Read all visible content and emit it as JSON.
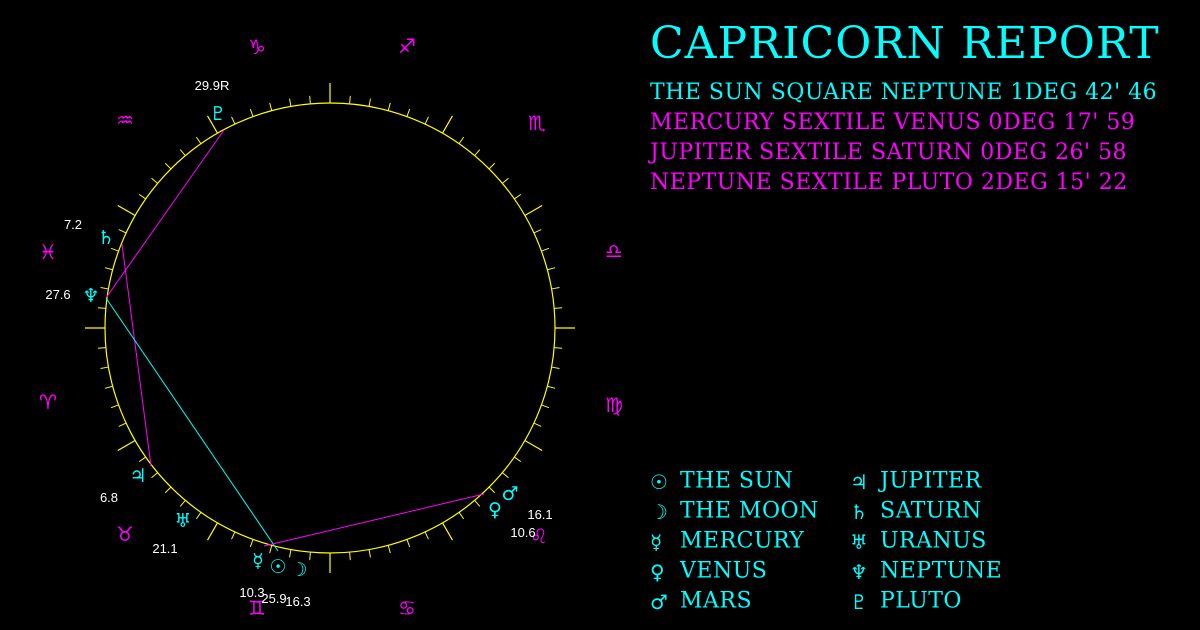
{
  "title": "CAPRICORN REPORT",
  "aspects": [
    "THE SUN SQUARE NEPTUNE 1DEG 42' 46",
    "MERCURY SEXTILE VENUS 0DEG 17' 59",
    "JUPITER SEXTILE SATURN 0DEG 26' 58",
    "NEPTUNE SEXTILE PLUTO 2DEG 15' 22"
  ],
  "legend_left": [
    {
      "icon": "☉",
      "name": "sun-icon",
      "label": "THE SUN"
    },
    {
      "icon": "☽",
      "name": "moon-icon",
      "label": "THE MOON"
    },
    {
      "icon": "☿",
      "name": "mercury-icon",
      "label": "MERCURY"
    },
    {
      "icon": "♀",
      "name": "venus-icon",
      "label": "VENUS"
    },
    {
      "icon": "♂",
      "name": "mars-icon",
      "label": "MARS"
    }
  ],
  "legend_right": [
    {
      "icon": "♃",
      "name": "jupiter-icon",
      "label": "JUPITER"
    },
    {
      "icon": "♄",
      "name": "saturn-icon",
      "label": "SATURN"
    },
    {
      "icon": "♅",
      "name": "uranus-icon",
      "label": "URANUS"
    },
    {
      "icon": "♆",
      "name": "neptune-icon",
      "label": "NEPTUNE"
    },
    {
      "icon": "♇",
      "name": "pluto-icon",
      "label": "PLUTO"
    }
  ],
  "zodiac": [
    {
      "sign": "capricorn",
      "glyph": "♑"
    },
    {
      "sign": "sagittarius",
      "glyph": "♐"
    },
    {
      "sign": "scorpio",
      "glyph": "♏"
    },
    {
      "sign": "libra",
      "glyph": "♎"
    },
    {
      "sign": "virgo",
      "glyph": "♍"
    },
    {
      "sign": "leo",
      "glyph": "♌"
    },
    {
      "sign": "cancer",
      "glyph": "♋"
    },
    {
      "sign": "gemini",
      "glyph": "♊"
    },
    {
      "sign": "taurus",
      "glyph": "♉"
    },
    {
      "sign": "aries",
      "glyph": "♈"
    },
    {
      "sign": "pisces",
      "glyph": "♓"
    },
    {
      "sign": "aquarius",
      "glyph": "♒"
    }
  ],
  "planets": [
    {
      "name": "pluto",
      "glyph": "♇",
      "degree": "29.9R"
    },
    {
      "name": "saturn",
      "glyph": "♄",
      "degree": "7.2"
    },
    {
      "name": "neptune",
      "glyph": "♆",
      "degree": "27.6"
    },
    {
      "name": "jupiter",
      "glyph": "♃",
      "degree": "6.8"
    },
    {
      "name": "uranus",
      "glyph": "♅",
      "degree": "21.1"
    },
    {
      "name": "mercury",
      "glyph": "☿",
      "degree": "10.3"
    },
    {
      "name": "sun",
      "glyph": "☉",
      "degree": "25.9"
    },
    {
      "name": "moon",
      "glyph": "☽",
      "degree": "16.3"
    },
    {
      "name": "venus",
      "glyph": "♀",
      "degree": "10.6"
    },
    {
      "name": "mars",
      "glyph": "♂",
      "degree": "16.1"
    }
  ],
  "colors": {
    "cyan": "#00ffff",
    "magenta": "#ff00ff",
    "wheel": "#ffff00",
    "background": "#000000"
  }
}
